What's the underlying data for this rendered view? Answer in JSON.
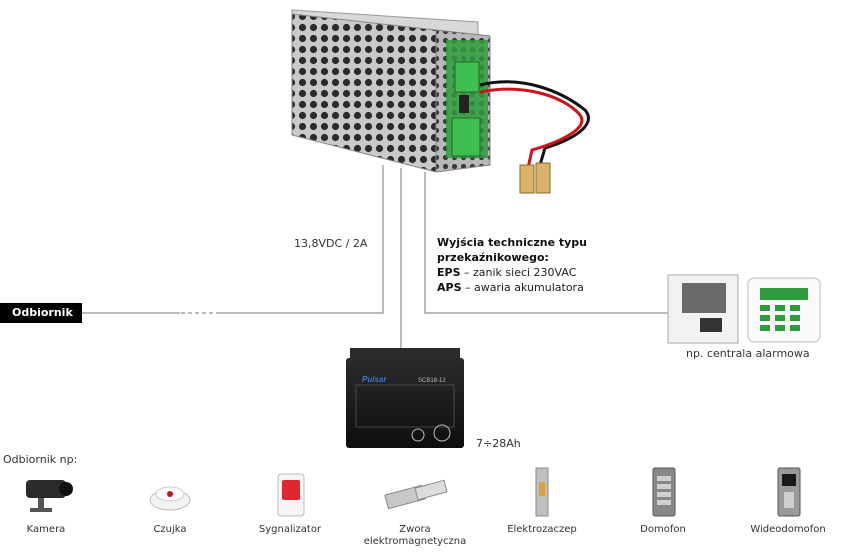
{
  "labels": {
    "voltage": "13,8VDC / 2A",
    "odbiornik": "Odbiornik",
    "battery_capacity": "7÷28Ah",
    "alarm_panel": "np. centrala alarmowa",
    "odbiornik_np": "Odbiornik np:",
    "battery_brand": "Pulsar",
    "battery_model": "SCB18-12"
  },
  "tech_outputs": {
    "title_line1": "Wyjścia techniczne typu",
    "title_line2": "przekaźnikowego:",
    "eps_code": "EPS",
    "eps_desc": " – zanik sieci 230VAC",
    "aps_code": "APS",
    "aps_desc": " – awaria akumulatora"
  },
  "devices": [
    {
      "label": "Kamera",
      "icon": "camera-icon"
    },
    {
      "label": "Czujka",
      "icon": "smoke-detector-icon"
    },
    {
      "label": "Sygnalizator",
      "icon": "siren-icon"
    },
    {
      "label_line1": "Zwora",
      "label_line2": "elektromagnetyczna",
      "icon": "magnetic-lock-icon"
    },
    {
      "label": "Elektrozaczep",
      "icon": "electric-strike-icon"
    },
    {
      "label": "Domofon",
      "icon": "intercom-icon"
    },
    {
      "label": "Wideodomofon",
      "icon": "video-intercom-icon"
    }
  ],
  "colors": {
    "line": "#666666",
    "wire_red": "#d0101a",
    "wire_black": "#111111",
    "pcb_green": "#2e9b3c",
    "battery_body": "#1a1a1a",
    "tag_bg": "#000000"
  }
}
